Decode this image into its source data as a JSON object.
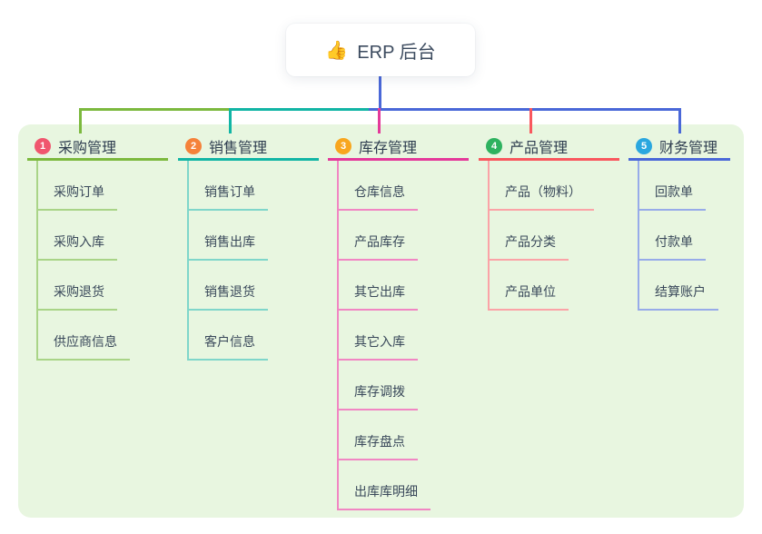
{
  "root": {
    "icon": "👍",
    "label": "ERP 后台",
    "connector_color": "#4a68d8"
  },
  "panel_color": "#e8f6e0",
  "branches": [
    {
      "badge": "1",
      "badge_color": "#f0566e",
      "label": "采购管理",
      "line_color": "#7cb93e",
      "child_line_color": "#a9d487",
      "children": [
        "采购订单",
        "采购入库",
        "采购退货",
        "供应商信息"
      ]
    },
    {
      "badge": "2",
      "badge_color": "#f5823a",
      "label": "销售管理",
      "line_color": "#12b5a5",
      "child_line_color": "#7fd6ca",
      "children": [
        "销售订单",
        "销售出库",
        "销售退货",
        "客户信息"
      ]
    },
    {
      "badge": "3",
      "badge_color": "#f8a61e",
      "label": "库存管理",
      "line_color": "#e4399a",
      "child_line_color": "#f186c3",
      "children": [
        "仓库信息",
        "产品库存",
        "其它出库",
        "其它入库",
        "库存调拨",
        "库存盘点",
        "出库库明细"
      ]
    },
    {
      "badge": "4",
      "badge_color": "#2eb25f",
      "label": "产品管理",
      "line_color": "#f9575e",
      "child_line_color": "#fba3a7",
      "children": [
        "产品（物料）",
        "产品分类",
        "产品单位"
      ]
    },
    {
      "badge": "5",
      "badge_color": "#2aa7df",
      "label": "财务管理",
      "line_color": "#4a68d8",
      "child_line_color": "#97abe9",
      "children": [
        "回款单",
        "付款单",
        "结算账户"
      ]
    }
  ]
}
